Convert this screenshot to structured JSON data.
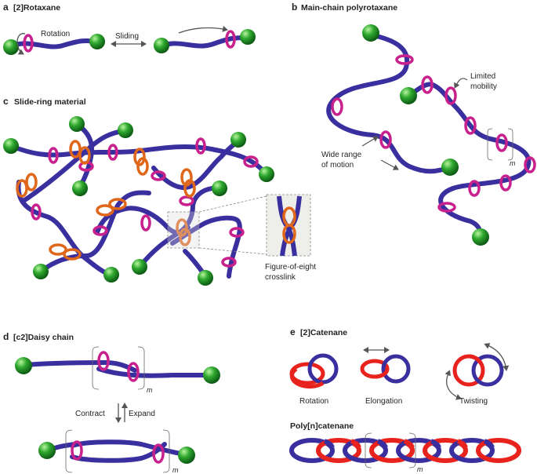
{
  "panels": {
    "a": {
      "letter": "a",
      "title": "[2]Rotaxane",
      "rotation": "Rotation",
      "sliding": "Sliding"
    },
    "b": {
      "letter": "b",
      "title": "Main-chain polyrotaxane",
      "limited_mobility_1": "Limited",
      "limited_mobility_2": "mobility",
      "wide_range_1": "Wide range",
      "wide_range_2": "of motion",
      "repeat": "m"
    },
    "c": {
      "letter": "c",
      "title": "Slide-ring material",
      "crosslink_1": "Figure-of-eight",
      "crosslink_2": "crosslink"
    },
    "d": {
      "letter": "d",
      "title": "[c2]Daisy chain",
      "contract": "Contract",
      "expand": "Expand",
      "repeat_top": "m",
      "repeat_bottom": "m"
    },
    "e": {
      "letter": "e",
      "title": "[2]Catenane",
      "rotation": "Rotation",
      "elongation": "Elongation",
      "twisting": "Twisting",
      "poly_title": "Poly[n]catenane",
      "repeat": "m"
    }
  },
  "colors": {
    "axle": "#3a2f9e",
    "stopper": "#2ea82e",
    "ring_magenta": "#c8208c",
    "ring_orange": "#e0661a",
    "ring_red": "#e8231e",
    "ring_blue": "#3a2f9e",
    "arrow": "#555555"
  }
}
